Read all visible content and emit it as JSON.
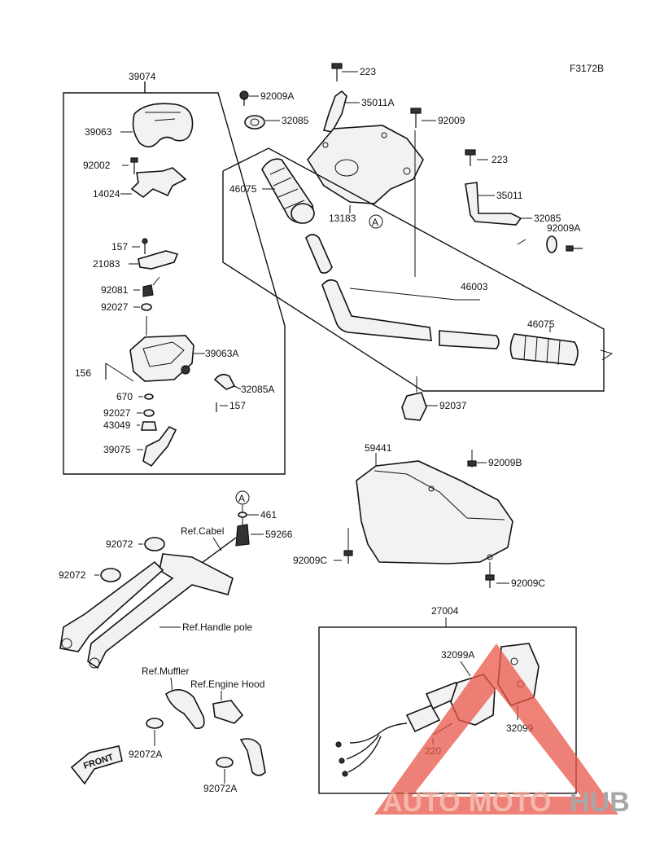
{
  "figure_code": "F3172B",
  "labels": {
    "l39074": "39074",
    "l39063": "39063",
    "l92002": "92002",
    "l14024": "14024",
    "l157a": "157",
    "l21083": "21083",
    "l92081": "92081",
    "l92027a": "92027",
    "l39063A": "39063A",
    "l156": "156",
    "l32085A": "32085A",
    "l670": "670",
    "l157b": "157",
    "l92027b": "92027",
    "l43049": "43049",
    "l39075": "39075",
    "l223a": "223",
    "l92009Aa": "92009A",
    "l35011A": "35011A",
    "l32085": "32085",
    "l92009": "92009",
    "l223b": "223",
    "l46075a": "46075",
    "l13183": "13183",
    "l35011": "35011",
    "l32085b": "32085",
    "l92009Ab": "92009A",
    "l46003": "46003",
    "l46075b": "46075",
    "l92037": "92037",
    "l59441": "59441",
    "l92009B": "92009B",
    "l92009Ca": "92009C",
    "l92009Cb": "92009C",
    "l461": "461",
    "l59266": "59266",
    "refCabel": "Ref.Cabel",
    "l92072a": "92072",
    "l92072b": "92072",
    "refHandlePole": "Ref.Handle pole",
    "refMuffler": "Ref.Muffler",
    "refEngineHood": "Ref.Engine Hood",
    "l92072Aa": "92072A",
    "l92072Ab": "92072A",
    "l27004": "27004",
    "l32099A": "32099A",
    "l32099": "32099",
    "l220": "220",
    "front": "FRONT",
    "markerA1": "A",
    "markerA2": "A"
  },
  "watermark": {
    "part1": "AUTO",
    "part2": "MOTO",
    "part3": "HUB",
    "color_accent": "#f0a08f",
    "color_dark": "#8a8a8a",
    "color_triangle": "#e9574a"
  }
}
